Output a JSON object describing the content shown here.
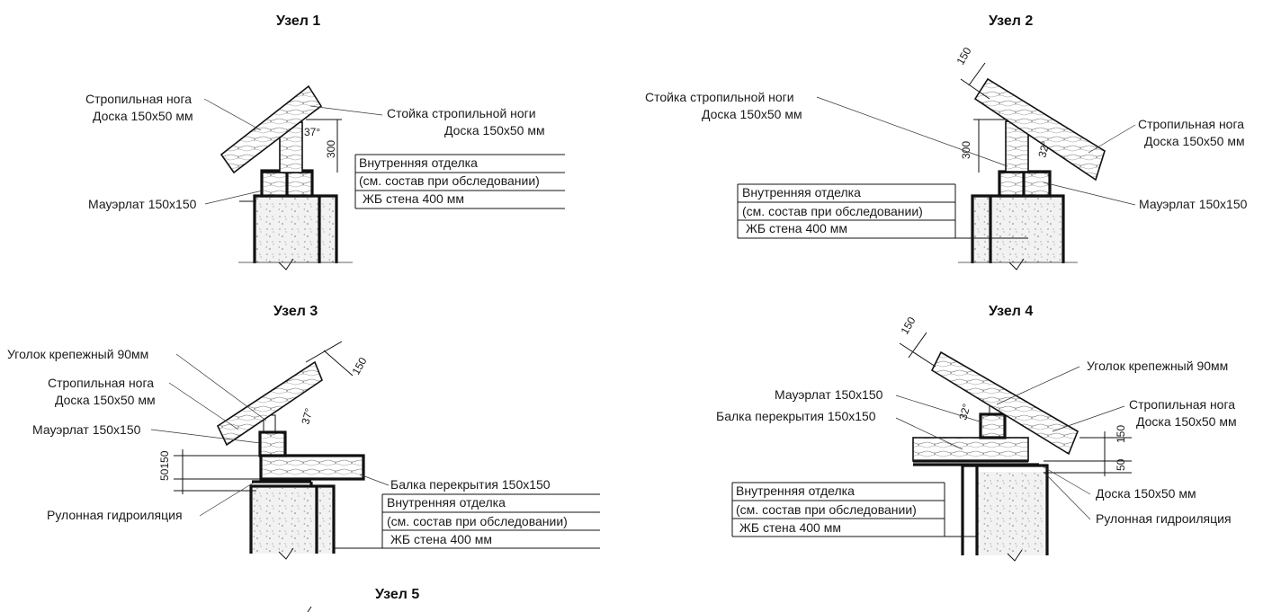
{
  "nodes": [
    {
      "title": "Узел 1",
      "labels": {
        "rafter_1": "Стропильная нога",
        "rafter_2": "Доска 150x50 мм",
        "post_1": "Стойка стропильной ноги",
        "post_2": "Доска 150x50 мм",
        "mauerlat": "Мауэрлат 150x150",
        "finish_1": "Внутренняя отделка",
        "finish_2": "(см. состав при обследовании)",
        "wall": "ЖБ стена 400 мм",
        "dim_300": "300",
        "angle": "37°"
      }
    },
    {
      "title": "Узел 2",
      "labels": {
        "post_1": "Стойка стропильной ноги",
        "post_2": "Доска 150x50 мм",
        "rafter_1": "Стропильная нога",
        "rafter_2": "Доска 150x50 мм",
        "mauerlat": "Мауэрлат 150x150",
        "finish_1": "Внутренняя отделка",
        "finish_2": "(см. состав при обследовании)",
        "wall": "ЖБ стена 400 мм",
        "dim_150": "150",
        "dim_300": "300",
        "angle": "32°"
      }
    },
    {
      "title": "Узел 3",
      "labels": {
        "corner": "Уголок крепежный 90мм",
        "rafter_1": "Стропильная нога",
        "rafter_2": "Доска 150x50 мм",
        "mauerlat": "Мауэрлат 150x150",
        "dim_50150": "50150",
        "beam": "Балка перекрытия 150x150",
        "finish_1": "Внутренняя отделка",
        "finish_2": "(см. состав при обследовании)",
        "wall": "ЖБ стена 400 мм",
        "waterproof": "Рулонная гидроиляция",
        "dim_150": "150",
        "angle": "37°"
      }
    },
    {
      "title": "Узел 4",
      "labels": {
        "corner": "Уголок крепежный 90мм",
        "mauerlat": "Мауэрлат 150x150",
        "beam": "Балка перекрытия 150x150",
        "rafter_1": "Стропильная нога",
        "rafter_2": "Доска 150x50 мм",
        "finish_1": "Внутренняя отделка",
        "finish_2": "(см. состав при обследовании)",
        "wall": "ЖБ стена 400 мм",
        "board": "Доска 150x50 мм",
        "waterproof": "Рулонная гидроиляция",
        "dim_150_top": "150",
        "dim_150": "150",
        "dim_50": "50",
        "angle": "32°"
      }
    },
    {
      "title": "Узел 5",
      "labels": {}
    }
  ]
}
